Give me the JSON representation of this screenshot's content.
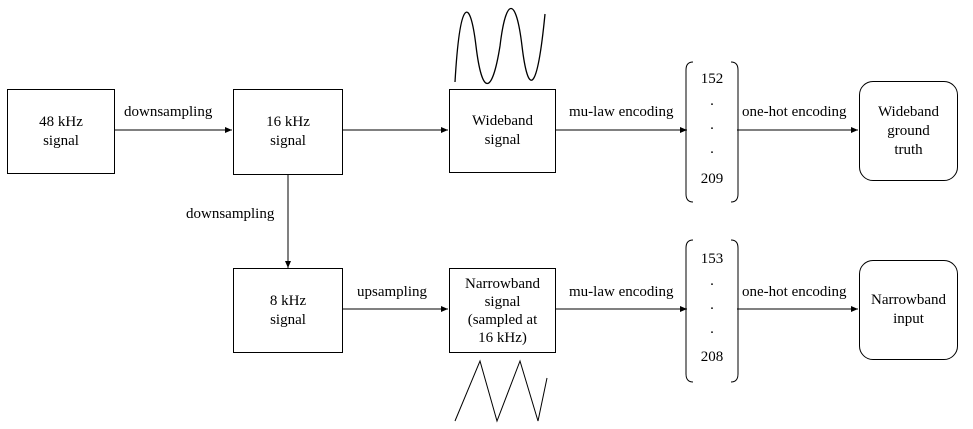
{
  "boxes": {
    "signal_48khz": "48 kHz\nsignal",
    "signal_16khz": "16 kHz\nsignal",
    "wideband_signal": "Wideband\nsignal",
    "signal_8khz": "8 kHz\nsignal",
    "narrowband_signal": "Narrowband\nsignal\n(sampled at\n16 kHz)",
    "wideband_ground_truth": "Wideband\nground\ntruth",
    "narrowband_input": "Narrowband\ninput"
  },
  "edges": {
    "downsampling_48_to_16": "downsampling",
    "downsampling_16_to_8": "downsampling",
    "upsampling_8_to_narrow": "upsampling",
    "mulaw_wideband": "mu-law encoding",
    "mulaw_narrowband": "mu-law encoding",
    "onehot_wideband": "one-hot encoding",
    "onehot_narrowband": "one-hot encoding"
  },
  "vectors": {
    "wideband": {
      "first": "152",
      "last": "209",
      "dot": "."
    },
    "narrowband": {
      "first": "153",
      "last": "208",
      "dot": "."
    }
  },
  "waveforms": {
    "top": "sine-wave",
    "bottom": "sawtooth-wave"
  }
}
